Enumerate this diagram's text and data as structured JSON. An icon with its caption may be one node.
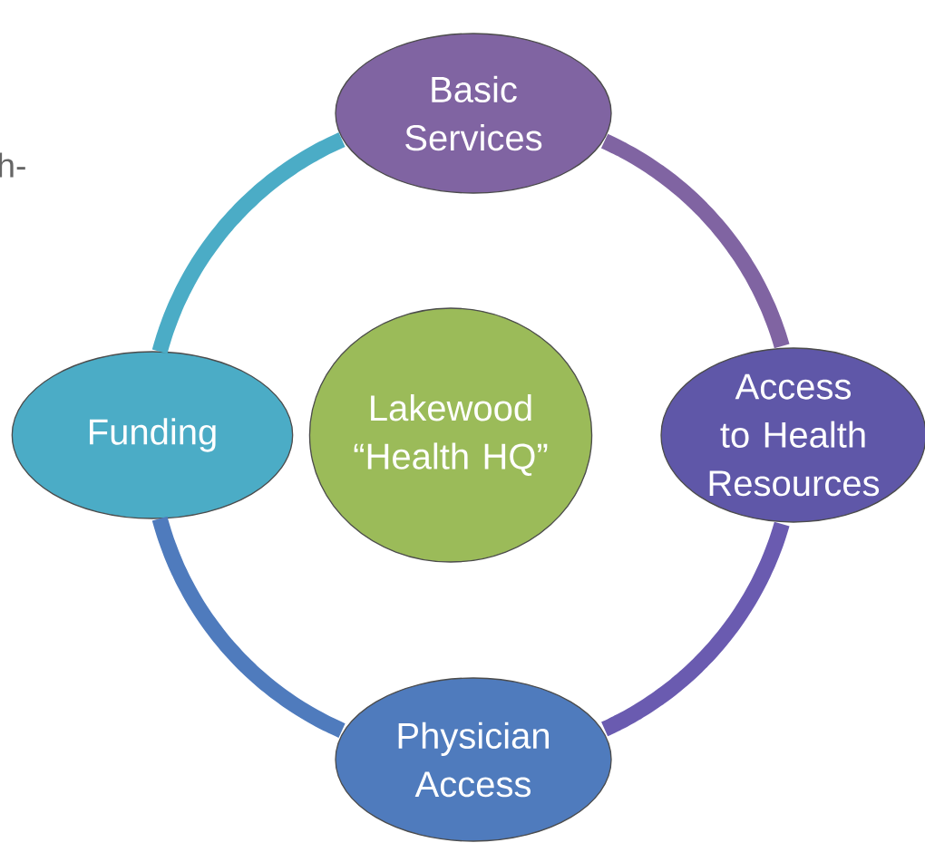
{
  "diagram": {
    "nodes": [
      {
        "text": [
          "Basic Services"
        ]
      },
      {
        "text": [
          "Funding"
        ]
      },
      {
        "text": [
          "Lakewood “Health HQ”"
        ]
      },
      {
        "text": [
          "Access to Health Resources"
        ]
      },
      {
        "text": [
          "Physician Access"
        ]
      }
    ],
    "edges": [
      {
        "from": 1,
        "to": 0,
        "arrow": "none",
        "color": "#4bacc6"
      },
      {
        "from": 0,
        "to": 3,
        "arrow": "none",
        "color": "#8064a2"
      },
      {
        "from": 3,
        "to": 4,
        "arrow": "none",
        "color": "#6a5bb0"
      },
      {
        "from": 4,
        "to": 1,
        "arrow": "none",
        "color": "#4f7bbd"
      }
    ],
    "labels": [
      "h-"
    ]
  }
}
